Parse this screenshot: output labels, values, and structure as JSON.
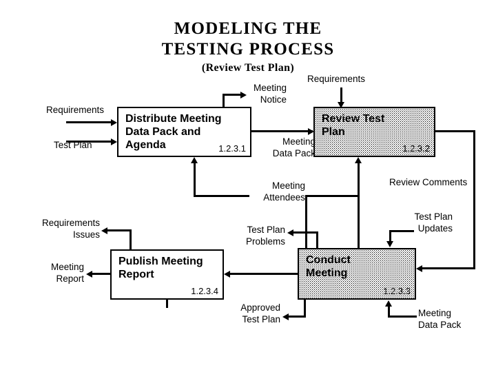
{
  "title": {
    "line1": "MODELING  THE",
    "line2": "TESTING  PROCESS",
    "line3": "(Review Test Plan)"
  },
  "processes": [
    {
      "id": "distribute",
      "name": "Distribute Meeting\nData Pack and\nAgenda",
      "number": "1.2.3.1",
      "fill": "white"
    },
    {
      "id": "review-test-plan",
      "name": "Review Test\nPlan",
      "number": "1.2.3.2",
      "fill": "dotted"
    },
    {
      "id": "conduct-meeting",
      "name": "Conduct\nMeeting",
      "number": "1.2.3.3",
      "fill": "dotted"
    },
    {
      "id": "publish-report",
      "name": "Publish Meeting\nReport",
      "number": "1.2.3.4",
      "fill": "white"
    }
  ],
  "flows": {
    "requirements_in": "Requirements",
    "test_plan_in": "Test Plan",
    "meeting_notice": "Meeting\nNotice",
    "requirements_top": "Requirements",
    "meeting_data_pack": "Meeting\nData Pack",
    "meeting_attendees": "Meeting\nAttendees",
    "review_comments": "Review Comments",
    "test_plan_updates": "Test Plan\nUpdates",
    "test_plan_problems": "Test Plan\nProblems",
    "requirements_issues": "Requirements\nIssues",
    "meeting_report_out": "Meeting\nReport",
    "approved_test_plan": "Approved\nTest Plan",
    "meeting_data_pack_out": "Meeting\nData Pack"
  },
  "colors": {
    "line": "#000000",
    "background": "#ffffff",
    "box_fill_shaded": "#d9d9d9"
  }
}
